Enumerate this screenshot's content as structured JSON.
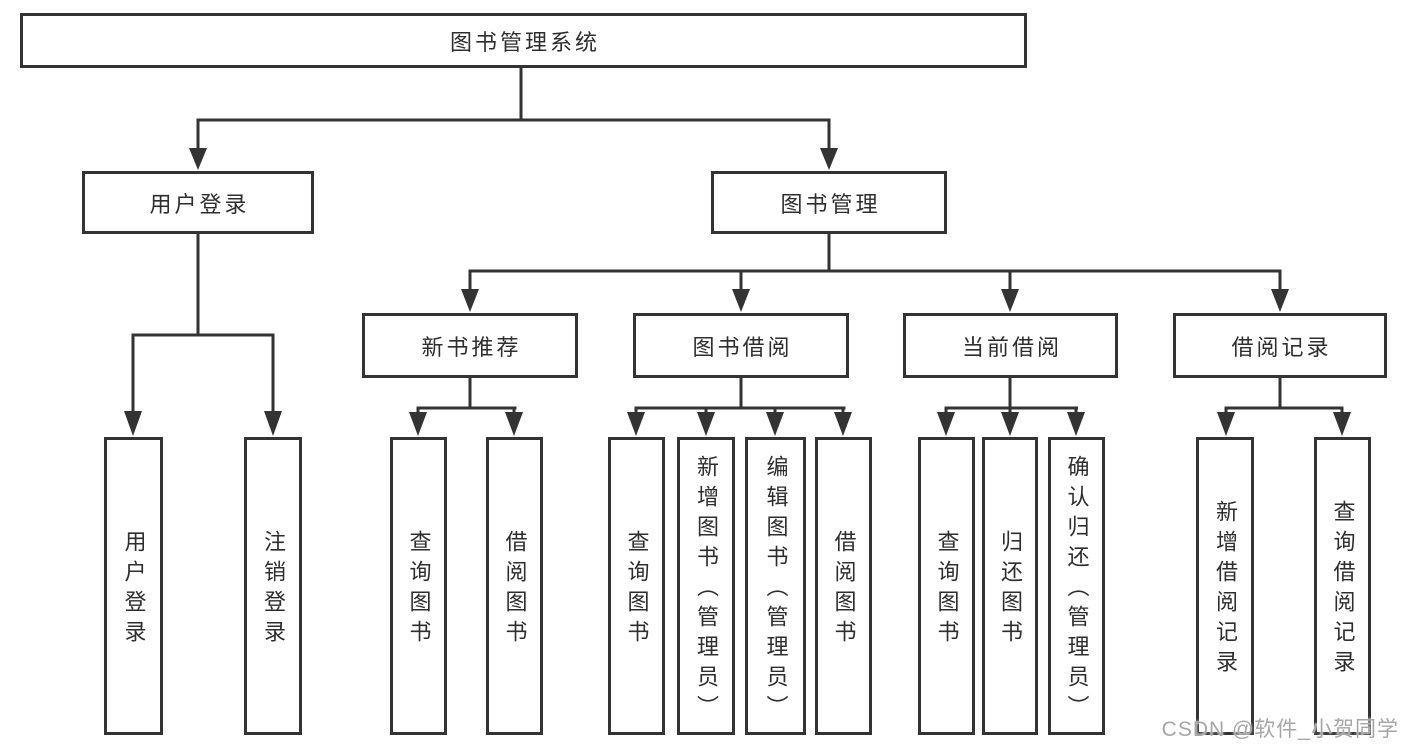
{
  "diagram": {
    "root": {
      "label": "图书管理系统"
    },
    "branches": [
      {
        "label": "用户登录",
        "children": [
          {
            "label": "用户登录"
          },
          {
            "label": "注销登录"
          }
        ]
      },
      {
        "label": "图书管理",
        "children": [
          {
            "label": "新书推荐",
            "children": [
              {
                "label": "查询图书"
              },
              {
                "label": "借阅图书"
              }
            ]
          },
          {
            "label": "图书借阅",
            "children": [
              {
                "label": "查询图书"
              },
              {
                "label": "新增图书（管理员）"
              },
              {
                "label": "编辑图书（管理员）"
              },
              {
                "label": "借阅图书"
              }
            ]
          },
          {
            "label": "当前借阅",
            "children": [
              {
                "label": "查询图书"
              },
              {
                "label": "归还图书"
              },
              {
                "label": "确认归还（管理员）"
              }
            ]
          },
          {
            "label": "借阅记录",
            "children": [
              {
                "label": "新增借阅记录"
              },
              {
                "label": "查询借阅记录"
              }
            ]
          }
        ]
      }
    ]
  },
  "watermark": {
    "text": "CSDN @软件_小贺同学"
  },
  "colors": {
    "line": "#333333",
    "box_border": "#333333",
    "box_background": "#ffffff",
    "text": "#2e2e2e",
    "watermark": "#a6a6a6",
    "page_background": "#ffffff"
  }
}
